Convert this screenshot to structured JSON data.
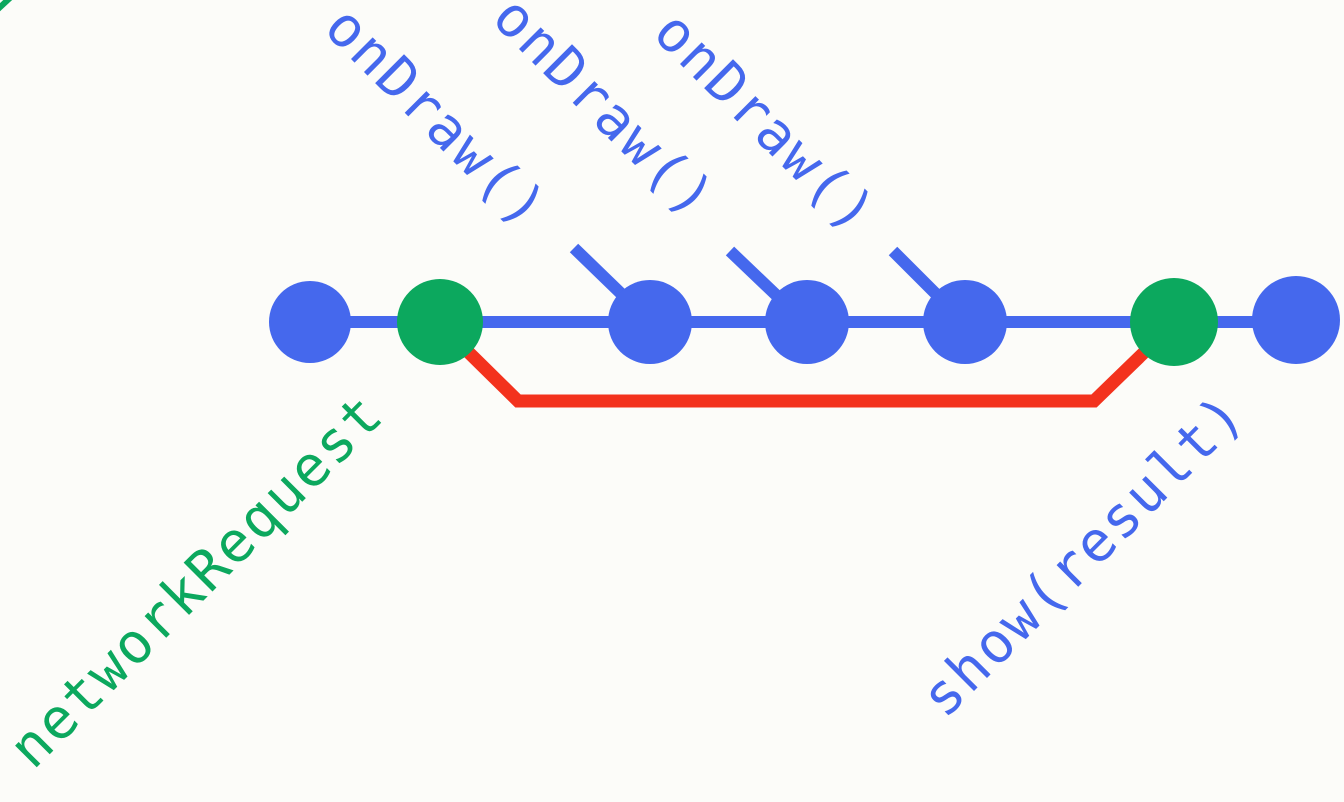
{
  "colors": {
    "blue": "#4568ED",
    "green": "#0CA85E",
    "red": "#F3321D",
    "background": "#FCFCF9"
  },
  "diagram": {
    "labels": {
      "ondraw_1": "onDraw()",
      "ondraw_2": "onDraw()",
      "ondraw_3": "onDraw()",
      "network_request": "networkRequest",
      "show_result": "show(result)"
    },
    "nodes": [
      {
        "id": "event-start",
        "color": "#4568ED"
      },
      {
        "id": "network-request-call",
        "color": "#0CA85E"
      },
      {
        "id": "on-draw-1",
        "color": "#4568ED"
      },
      {
        "id": "on-draw-2",
        "color": "#4568ED"
      },
      {
        "id": "on-draw-3",
        "color": "#4568ED"
      },
      {
        "id": "show-result-call",
        "color": "#0CA85E"
      },
      {
        "id": "event-end",
        "color": "#4568ED"
      }
    ]
  }
}
